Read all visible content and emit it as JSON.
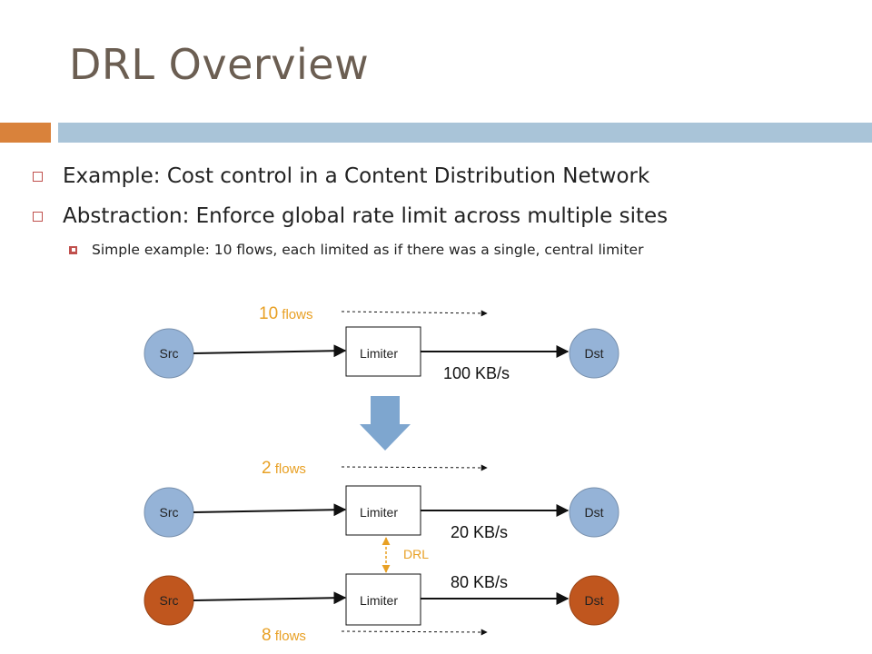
{
  "title": "DRL Overview",
  "bullets": {
    "b1": "Example: Cost control in a Content Distribution Network",
    "b2": "Abstraction: Enforce global rate limit across multiple sites",
    "b2_sub": "Simple example: 10 flows, each limited as if there was a single, central limiter"
  },
  "diagram": {
    "top": {
      "flows_num": "10",
      "flows_word": " flows",
      "src": "Src",
      "limiter": "Limiter",
      "dst": "Dst",
      "rate": "100 KB/s"
    },
    "middle": {
      "flows_num": "2",
      "flows_word": " flows",
      "src": "Src",
      "limiter": "Limiter",
      "dst": "Dst",
      "rate": "20 KB/s"
    },
    "drl_label": "DRL",
    "bottom": {
      "flows_num": "8",
      "flows_word": " flows",
      "src": "Src",
      "limiter": "Limiter",
      "dst": "Dst",
      "rate": "80 KB/s"
    }
  },
  "colors": {
    "blue_node": "#95b3d7",
    "orange_node": "#c0561e",
    "accent": "#e8a024",
    "arrow_down": "#7ea6cf"
  }
}
